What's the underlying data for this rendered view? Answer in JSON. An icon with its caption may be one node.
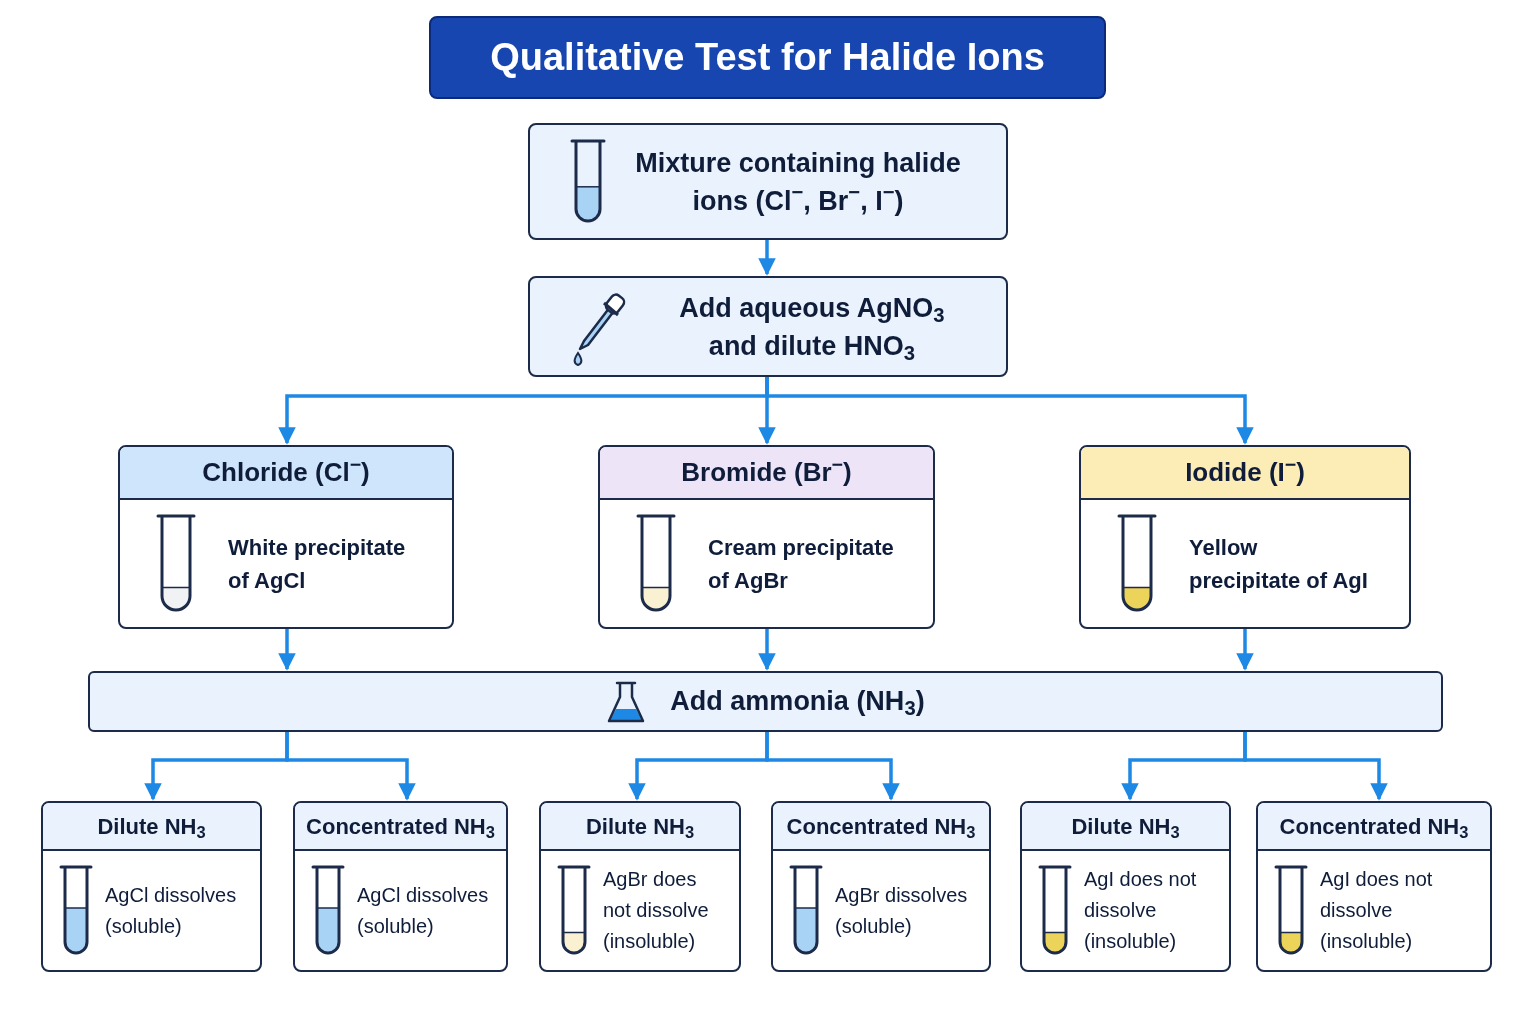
{
  "diagram": {
    "title": "Qualitative Test for Halide Ions",
    "nodes": [
      {
        "text": [
          "Mixture containing halide ions (Cl$^{−}$, Br$^{−}$, I$^{−}$)"
        ]
      },
      {
        "text": [
          "Add aqueous AgNO$_{3}$ and dilute HNO$_{3}$"
        ]
      },
      {
        "text": [
          "Chloride (Cl$^{−}$)",
          "White precipitate of AgCl"
        ]
      },
      {
        "text": [
          "Bromide (Br$^{−}$)",
          "Cream precipitate of AgBr"
        ]
      },
      {
        "text": [
          "Iodide (I$^{−}$)",
          "Yellow precipitate of AgI"
        ]
      },
      {
        "text": [
          "Add ammonia (NH$_{3}$)"
        ]
      },
      {
        "text": [
          "Dilute NH$_{3}$",
          "AgCl dissolves (soluble)"
        ]
      },
      {
        "text": [
          "Concentrated NH$_{3}$",
          "AgCl dissolves (soluble)"
        ]
      },
      {
        "text": [
          "Dilute NH$_{3}$",
          "AgBr does not dissolve (insoluble)"
        ]
      },
      {
        "text": [
          "Concentrated NH$_{3}$",
          "AgBr dissolves (soluble)"
        ]
      },
      {
        "text": [
          "Dilute NH$_{3}$",
          "AgI does not dissolve (insoluble)"
        ]
      },
      {
        "text": [
          "Concentrated NH$_{3}$",
          "AgI does not dissolve (insoluble)"
        ]
      }
    ],
    "edges": [
      {
        "from": 0,
        "to": 1,
        "arrow": "to"
      },
      {
        "from": 1,
        "to": 2,
        "arrow": "to"
      },
      {
        "from": 1,
        "to": 3,
        "arrow": "to"
      },
      {
        "from": 1,
        "to": 4,
        "arrow": "to"
      },
      {
        "from": 2,
        "to": 5,
        "arrow": "to"
      },
      {
        "from": 3,
        "to": 5,
        "arrow": "to"
      },
      {
        "from": 4,
        "to": 5,
        "arrow": "to"
      },
      {
        "from": 5,
        "to": 6,
        "arrow": "to"
      },
      {
        "from": 5,
        "to": 7,
        "arrow": "to"
      },
      {
        "from": 5,
        "to": 8,
        "arrow": "to"
      },
      {
        "from": 5,
        "to": 9,
        "arrow": "to"
      },
      {
        "from": 5,
        "to": 10,
        "arrow": "to"
      },
      {
        "from": 5,
        "to": 11,
        "arrow": "to"
      }
    ]
  }
}
